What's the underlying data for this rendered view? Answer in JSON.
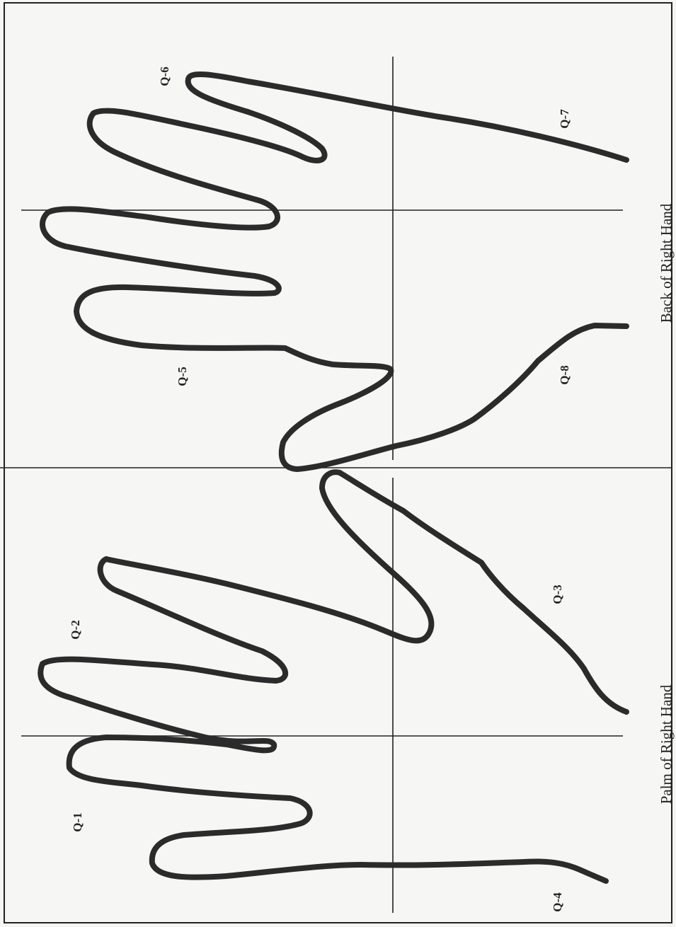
{
  "captions": {
    "back": "Back of Right Hand",
    "palm": "Palm of Right Hand"
  },
  "quadrant_labels": {
    "q1": "Q-1",
    "q2": "Q-2",
    "q3": "Q-3",
    "q4": "Q-4",
    "q5": "Q-5",
    "q6": "Q-6",
    "q7": "Q-7",
    "q8": "Q-8"
  },
  "colors": {
    "outline": "#2b2b2b",
    "paper": "#f6f6f4"
  }
}
